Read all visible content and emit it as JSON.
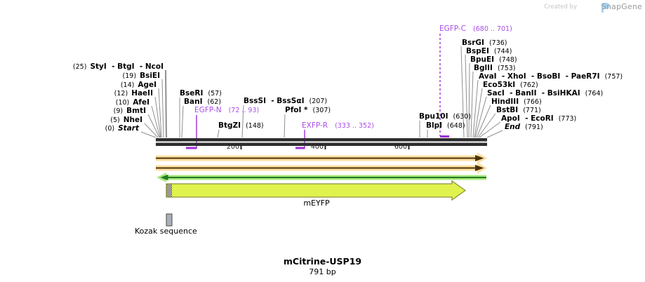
{
  "header": {
    "credit": "Created by",
    "brand": "SnapGene",
    "logo_icon": "snapgene-flag"
  },
  "map": {
    "sites_left": [
      {
        "pos": "(25)",
        "name": "StyI  - BtgI  - NcoI"
      },
      {
        "pos": "(19)",
        "name": "BsiEI"
      },
      {
        "pos": "(14)",
        "name": "AgeI"
      },
      {
        "pos": "(12)",
        "name": "HaeII"
      },
      {
        "pos": "(10)",
        "name": "AfeI"
      },
      {
        "pos": "(9)",
        "name": "BmtI"
      },
      {
        "pos": "(5)",
        "name": "NheI"
      },
      {
        "pos": "(0)",
        "name": "Start"
      }
    ],
    "sites_mid": [
      {
        "name": "BseRI",
        "pos": "(57)"
      },
      {
        "name": "BanI",
        "pos": "(62)"
      },
      {
        "name": "BssSI  - BssSαI",
        "pos": "(207)"
      },
      {
        "name": "PfoI *",
        "pos": "(307)"
      },
      {
        "name": "BtgZI",
        "pos": "(148)"
      },
      {
        "name": "Bpu10I",
        "pos": "(630)"
      },
      {
        "name": "BlpI",
        "pos": "(648)"
      }
    ],
    "sites_right": [
      {
        "name": "BsrGI",
        "pos": "(736)"
      },
      {
        "name": "BspEI",
        "pos": "(744)"
      },
      {
        "name": "BpuEI",
        "pos": "(748)"
      },
      {
        "name": "BglII",
        "pos": "(753)"
      },
      {
        "name": "AvaI  - XhoI  - BsoBI  - PaeR7I",
        "pos": "(757)"
      },
      {
        "name": "Eco53kI",
        "pos": "(762)"
      },
      {
        "name": "SacI  - BanII  - BsiHKAI",
        "pos": "(764)"
      },
      {
        "name": "HindIII",
        "pos": "(766)"
      },
      {
        "name": "BstBI",
        "pos": "(771)"
      },
      {
        "name": "ApoI  - EcoRI",
        "pos": "(773)"
      },
      {
        "name": "End",
        "pos": "(791)"
      }
    ],
    "primers": [
      {
        "name": "EGFP-N",
        "range": "(72 .. 93)"
      },
      {
        "name": "EXFP-R",
        "range": "(333 .. 352)"
      },
      {
        "name": "EGFP-C",
        "range": "(680 .. 701)"
      }
    ],
    "ruler_ticks": [
      "200",
      "400",
      "600"
    ],
    "features": {
      "cds": "mEYFP",
      "kozak": "Kozak sequence"
    }
  },
  "footer": {
    "title": "mCitrine-USP19",
    "length": "791 bp"
  },
  "colors": {
    "primer_text": "#A84CE8",
    "primer_mark": "#9B2FD6",
    "frame_plus": "#FFDFA3",
    "frame_plus_core": "#4A3305",
    "frame_minus": "#A8E87E",
    "frame_minus_core": "#237A23",
    "cds": "#E0F24D",
    "cds_border": "#8E9140",
    "kozak": "#A9AFB8",
    "bar": "#2E2E2E",
    "leader": "#8F8F8F"
  }
}
